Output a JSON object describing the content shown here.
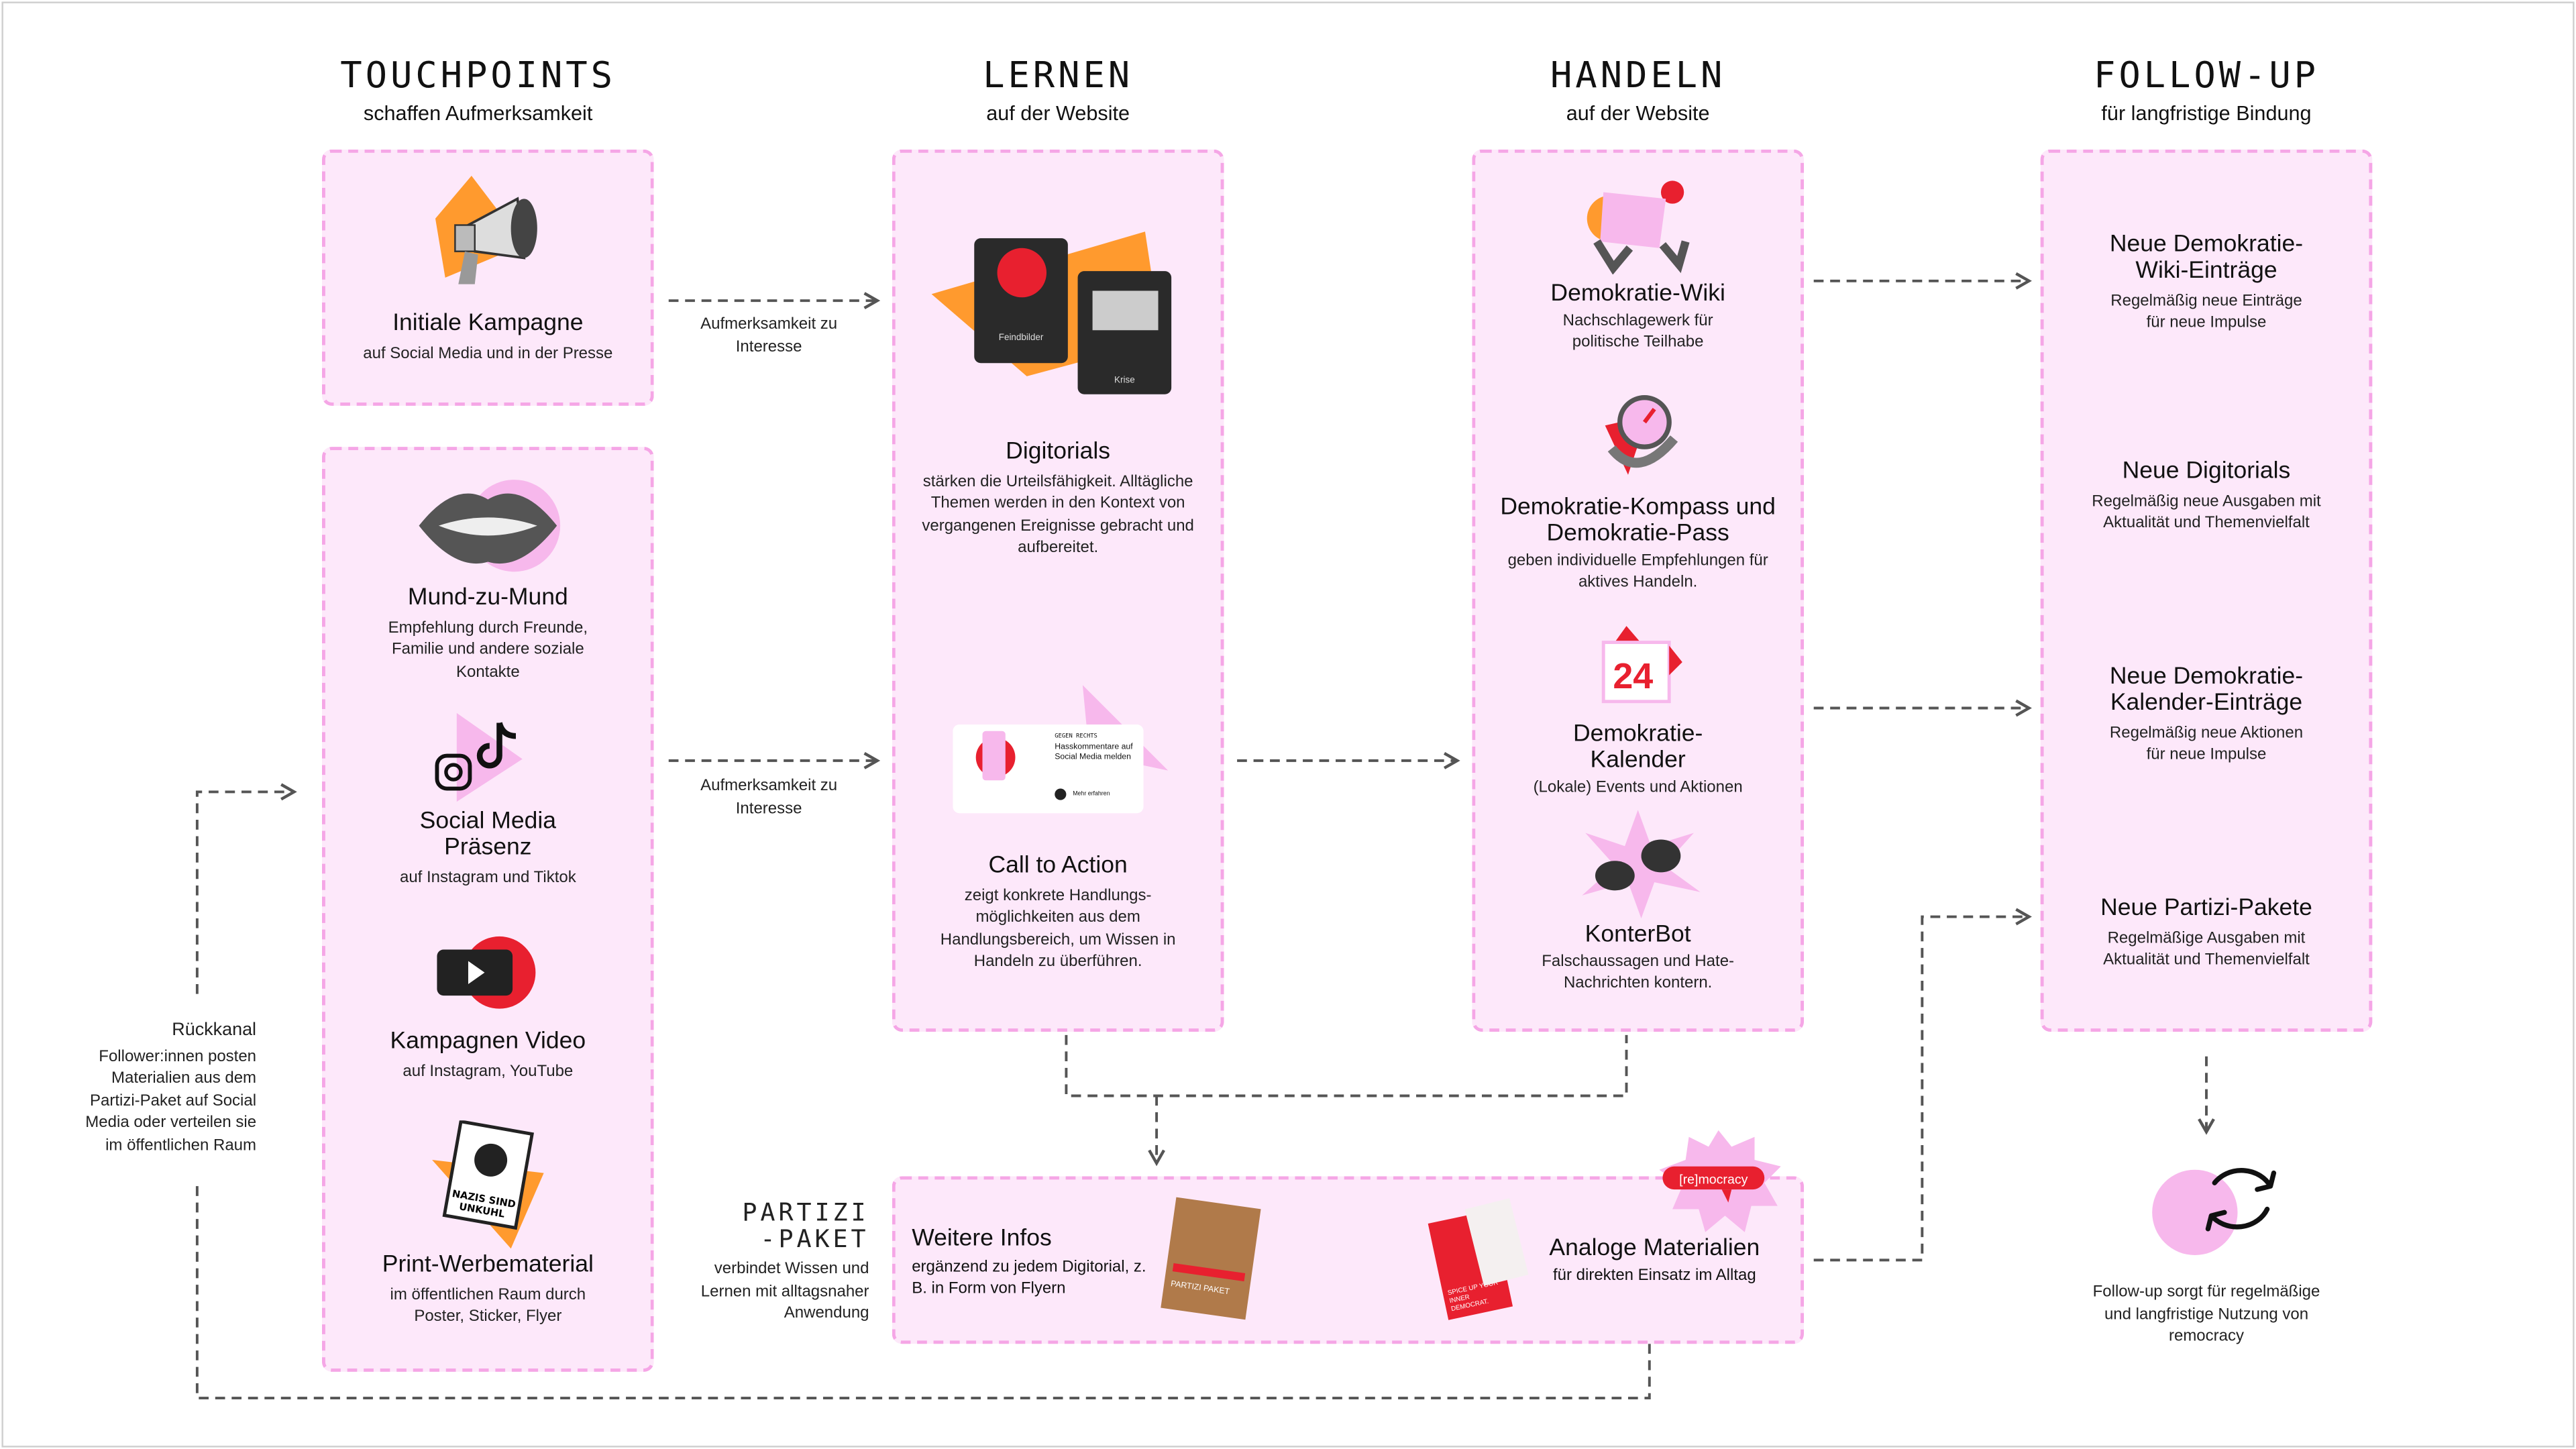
{
  "columns": [
    {
      "title": "TOUCHPOINTS",
      "subtitle": "schaffen Aufmerksamkeit"
    },
    {
      "title": "LERNEN",
      "subtitle": "auf der Website"
    },
    {
      "title": "HANDELN",
      "subtitle": "auf der Website"
    },
    {
      "title": "FOLLOW-UP",
      "subtitle": "für langfristige Bindung"
    }
  ],
  "touchpoints": {
    "initial": {
      "title": "Initiale Kampagne",
      "desc": "auf Social Media und in der Presse"
    },
    "items": [
      {
        "title": "Mund-zu-Mund",
        "desc": "Empfehlung durch Freunde, Familie und andere soziale Kontakte"
      },
      {
        "title": "Social Media Präsenz",
        "desc": "auf Instagram und Tiktok"
      },
      {
        "title": "Kampagnen Video",
        "desc": "auf Instagram, YouTube"
      },
      {
        "title": "Print-Werbematerial",
        "desc": "im öffentlichen Raum durch Poster, Sticker, Flyer",
        "sticker_text": "NAZIS SIND UNKUHL"
      }
    ]
  },
  "lernen": {
    "digitorials": {
      "title": "Digitorials",
      "desc": "stärken die Urteilsfähigkeit. Alltägliche Themen werden in den Kontext von vergangenen Ereignisse gebracht und aufbereitet.",
      "card1": "Feindbilder",
      "card2": "Krise"
    },
    "cta": {
      "title": "Call to Action",
      "desc": "zeigt konkrete Handlungs-möglichkeiten aus dem Handlungsbereich, um Wissen in Handeln zu überführen.",
      "card_kicker": "GEGEN RECHTS",
      "card_title": "Hasskommentare auf Social Media melden",
      "card_link": "Mehr erfahren"
    }
  },
  "handeln": [
    {
      "title": "Demokratie-Wiki",
      "desc": "Nachschlagewerk für politische Teilhabe"
    },
    {
      "title": "Demokratie-Kompass und Demokratie-Pass",
      "desc": "geben individuelle Empfehlungen für aktives Handeln."
    },
    {
      "title": "Demokratie-Kalender",
      "desc": "(Lokale) Events und Aktionen",
      "icon_number": "24"
    },
    {
      "title": "KonterBot",
      "desc": "Falschaussagen und Hate-Nachrichten kontern."
    }
  ],
  "followup": [
    {
      "title": "Neue Demokratie-Wiki-Einträge",
      "desc": "Regelmäßig neue Einträge für neue Impulse"
    },
    {
      "title": "Neue Digitorials",
      "desc": "Regelmäßig neue Ausgaben mit Aktualität und Themenvielfalt"
    },
    {
      "title": "Neue Demokratie-Kalender-Einträge",
      "desc": "Regelmäßig neue Aktionen für neue Impulse"
    },
    {
      "title": "Neue Partizi-Pakete",
      "desc": "Regelmäßige Ausgaben mit Aktualität und Themenvielfalt"
    }
  ],
  "followup_note": "Follow-up sorgt für regelmäßige und langfristige Nutzung von remocracy",
  "arrow_labels": [
    "Aufmerksamkeit zu Interesse",
    "Aufmerksamkeit zu Interesse"
  ],
  "rueckkanal": {
    "title": "Rückkanal",
    "desc": "Follower:innen posten Materialien aus dem Partizi-Paket auf Social Media oder verteilen sie im öffentlichen Raum"
  },
  "partizi": {
    "title_line1": "PARTIZI",
    "title_line2": "-PAKET",
    "desc": "verbindet Wissen und Lernen mit alltagsnaher Anwendung",
    "weitere": {
      "title": "Weitere Infos",
      "desc": "ergänzend zu jedem Digitorial, z. B. in Form von Flyern"
    },
    "analog": {
      "title": "Analoge Materialien",
      "desc": "für direkten Einsatz im Alltag"
    },
    "badge": "[re]mocracy",
    "booklet": "PARTIZI PAKET",
    "flyer": "SPICE UP YOUR INNER DEMOCRAT."
  },
  "colors": {
    "box_bg": "#fde8fa",
    "box_border": "#f5a6e6",
    "orange": "#ff9a2e",
    "red": "#e8202f",
    "pink": "#f7b8ec"
  }
}
